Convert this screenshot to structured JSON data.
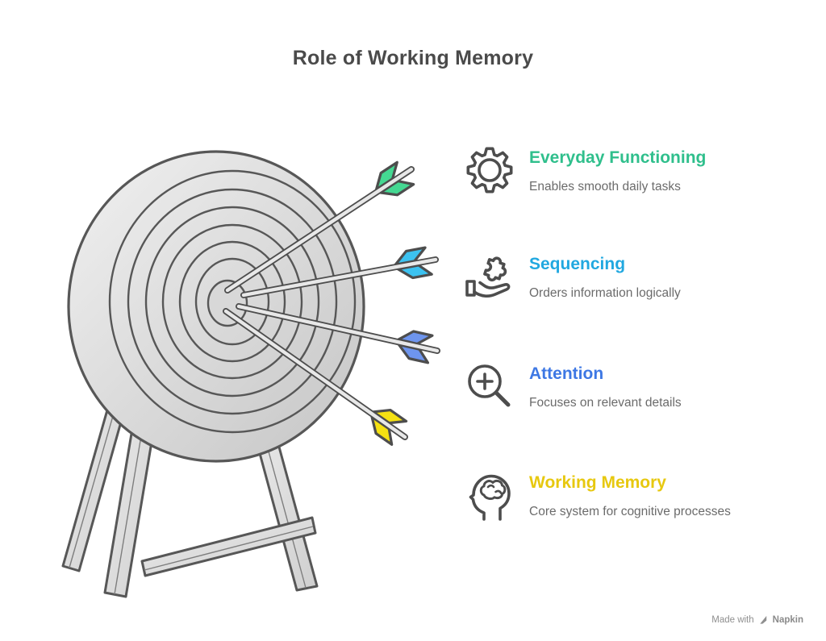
{
  "title": "Role of Working Memory",
  "items": [
    {
      "icon": "gear-icon",
      "title": "Everyday Functioning",
      "description": "Enables smooth daily tasks",
      "color": "#2FBF8C"
    },
    {
      "icon": "hand-puzzle-icon",
      "title": "Sequencing",
      "description": "Orders information logically",
      "color": "#21A8E0"
    },
    {
      "icon": "magnifier-plus-icon",
      "title": "Attention",
      "description": "Focuses on relevant details",
      "color": "#3E78E4"
    },
    {
      "icon": "head-brain-icon",
      "title": "Working Memory",
      "description": "Core system for cognitive processes",
      "color": "#E7C80F"
    }
  ],
  "illustration": {
    "name": "archery-target-with-four-arrows",
    "arrow_colors": {
      "green": "#44D892",
      "cyan": "#3CC2F0",
      "blue": "#6E95EE",
      "yellow": "#F5E112"
    },
    "board_outline": "#575757",
    "board_fill_light": "#F0F0F0",
    "board_fill_dark": "#C5C5C5"
  },
  "watermark": {
    "made_with": "Made with",
    "brand": "Napkin"
  }
}
